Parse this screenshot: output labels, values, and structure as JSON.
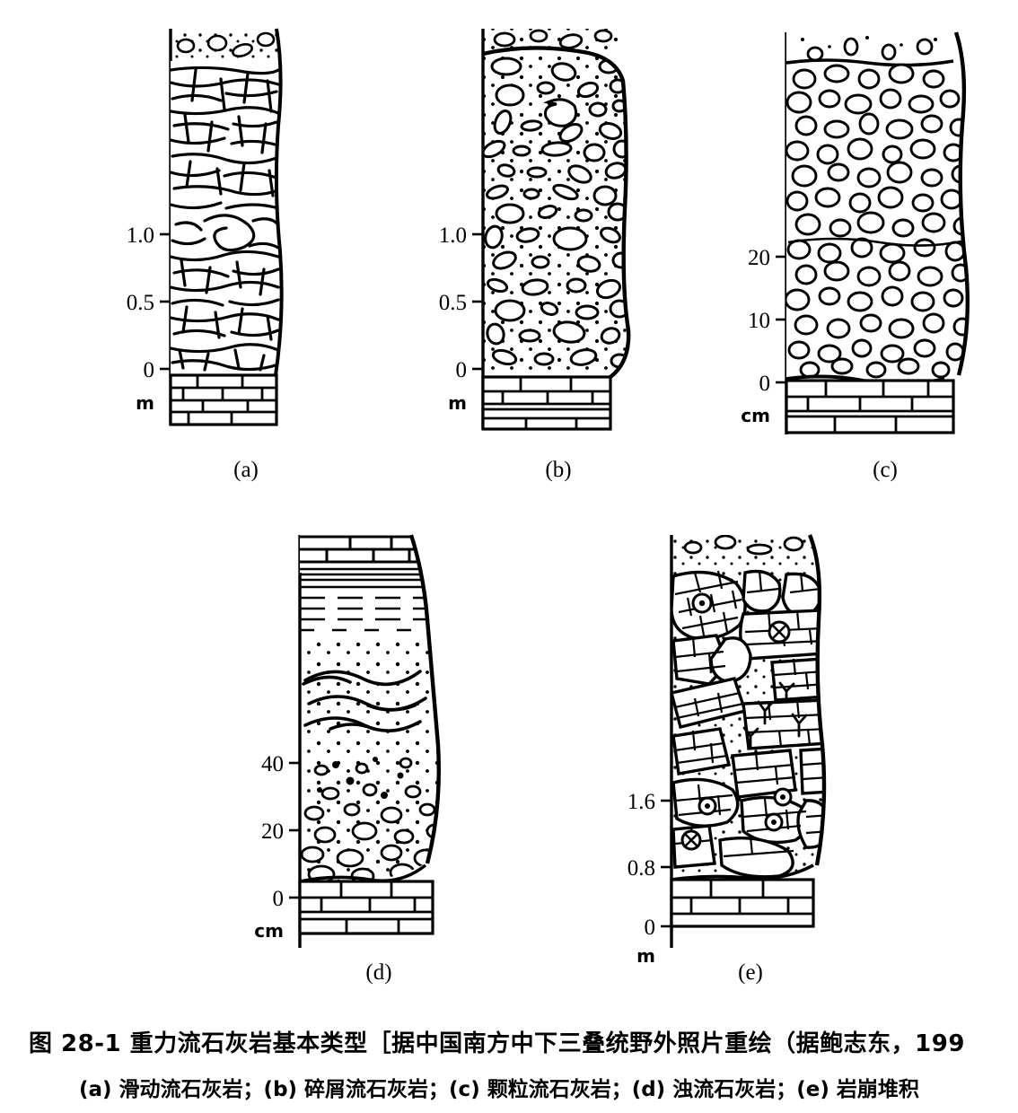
{
  "figure": {
    "number": "图 28-1",
    "caption_line1": "图 28-1   重力流石灰岩基本类型［据中国南方中下三叠统野外照片重绘（据鲍志东，199",
    "caption_line2": "(a) 滑动流石灰岩；(b) 碎屑流石灰岩；(c) 颗粒流石灰岩；(d) 浊流石灰岩；(e) 岩崩堆积"
  },
  "panels": [
    {
      "id": "a",
      "label": "(a)",
      "name": "滑动流石灰岩",
      "unit": "m",
      "ticks": [
        "1.0",
        "0.5",
        "0"
      ],
      "tick_values": [
        1.0,
        0.5,
        0
      ],
      "lithology": "contorted-elongate-clasts",
      "base": "bedded-limestone"
    },
    {
      "id": "b",
      "label": "(b)",
      "name": "碎屑流石灰岩",
      "unit": "m",
      "ticks": [
        "1.0",
        "0.5",
        "0"
      ],
      "tick_values": [
        1.0,
        0.5,
        0
      ],
      "lithology": "matrix-supported-angular-clasts",
      "base": "bedded-limestone"
    },
    {
      "id": "c",
      "label": "(c)",
      "name": "颗粒流石灰岩",
      "unit": "cm",
      "ticks": [
        "20",
        "10",
        "0"
      ],
      "tick_values": [
        20,
        10,
        0
      ],
      "lithology": "grain-supported-rounded-grains",
      "base": "bedded-limestone"
    },
    {
      "id": "d",
      "label": "(d)",
      "name": "浊流石灰岩",
      "unit": "cm",
      "ticks": [
        "40",
        "20",
        "0"
      ],
      "tick_values": [
        40,
        20,
        0
      ],
      "lithology": "graded-bouma-sequence",
      "base": "bedded-limestone"
    },
    {
      "id": "e",
      "label": "(e)",
      "name": "岩崩堆积",
      "unit": "m",
      "ticks": [
        "1.6",
        "0.8",
        "0"
      ],
      "tick_values": [
        1.6,
        0.8,
        0
      ],
      "lithology": "large-brick-patterned-blocks",
      "base": "bedded-limestone"
    }
  ],
  "symbols": {
    "circle_dot": "⊙",
    "circle_cross": "⊗",
    "branching_mark": "Y"
  },
  "colors": {
    "ink": "#000000",
    "paper": "#ffffff"
  }
}
